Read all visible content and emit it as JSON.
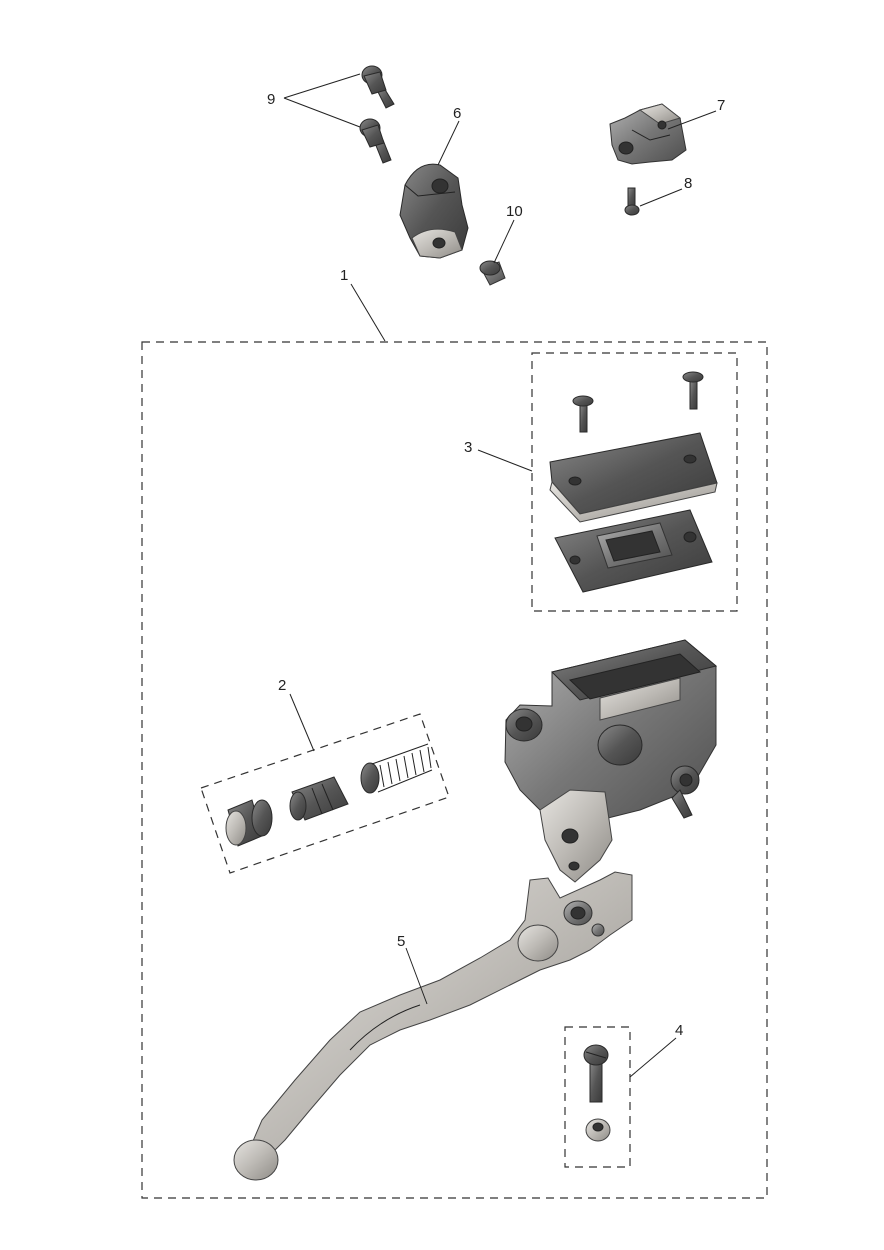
{
  "callouts": {
    "c1": "1",
    "c2": "2",
    "c3": "3",
    "c4": "4",
    "c5": "5",
    "c6": "6",
    "c7": "7",
    "c8": "8",
    "c9": "9",
    "c10": "10"
  },
  "colors": {
    "background": "#ffffff",
    "metal_dark": "#5a5a5a",
    "metal_light": "#c9c7c3",
    "line": "#222222"
  }
}
